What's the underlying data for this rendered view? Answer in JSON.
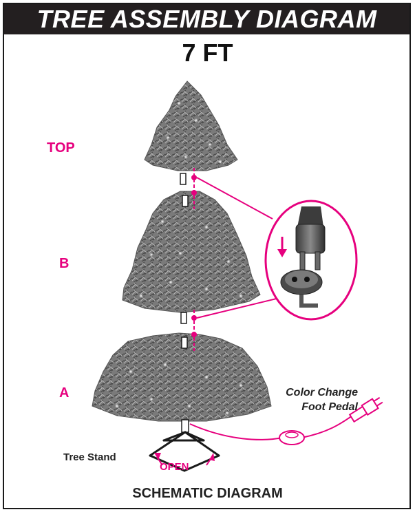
{
  "header": {
    "title": "TREE ASSEMBLY DIAGRAM"
  },
  "tree": {
    "height_label": "7 FT"
  },
  "sections": [
    {
      "id": "top",
      "label": "TOP"
    },
    {
      "id": "b",
      "label": "B"
    },
    {
      "id": "a",
      "label": "A"
    }
  ],
  "pedal": {
    "line1": "Color Change",
    "line2": "Foot Pedal"
  },
  "stand": {
    "label": "Tree Stand",
    "open_label": "OPEN"
  },
  "footer": {
    "title": "SCHEMATIC DIAGRAM"
  },
  "colors": {
    "accent": "#e6007e",
    "foliage": "#6f6f6f",
    "header_bg": "#231f20"
  },
  "icons": [
    "tree-section-top-icon",
    "tree-section-b-icon",
    "tree-section-a-icon",
    "connector-plug-icon",
    "foot-pedal-icon",
    "tree-stand-icon"
  ]
}
